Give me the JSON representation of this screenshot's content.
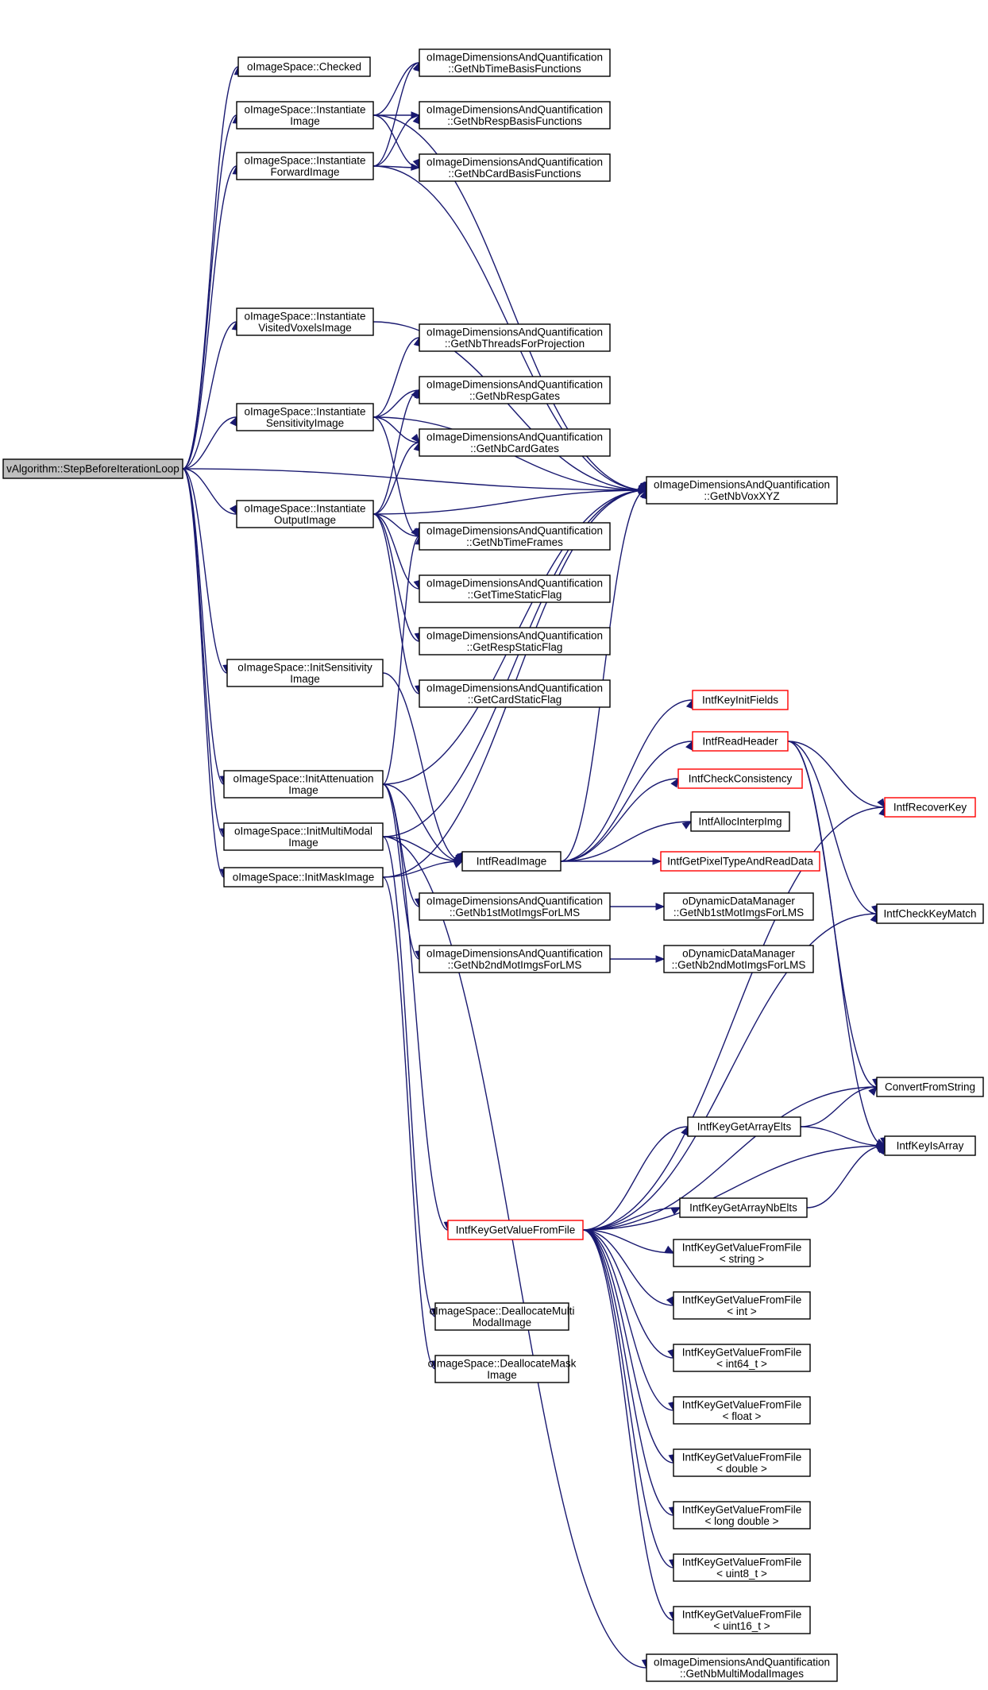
{
  "diagram": {
    "nodes": [
      {
        "id": "root",
        "lines": [
          "vAlgorithm::StepBeforeIterationLoop"
        ],
        "style": "root"
      },
      {
        "id": "checked",
        "lines": [
          "oImageSpace::Checked"
        ]
      },
      {
        "id": "inst_image",
        "lines": [
          "oImageSpace::Instantiate",
          "Image"
        ]
      },
      {
        "id": "inst_fwd",
        "lines": [
          "oImageSpace::Instantiate",
          "ForwardImage"
        ]
      },
      {
        "id": "inst_visited",
        "lines": [
          "oImageSpace::Instantiate",
          "VisitedVoxelsImage"
        ]
      },
      {
        "id": "inst_sens",
        "lines": [
          "oImageSpace::Instantiate",
          "SensitivityImage"
        ]
      },
      {
        "id": "inst_out",
        "lines": [
          "oImageSpace::Instantiate",
          "OutputImage"
        ]
      },
      {
        "id": "init_sens",
        "lines": [
          "oImageSpace::InitSensitivity",
          "Image"
        ]
      },
      {
        "id": "init_att",
        "lines": [
          "oImageSpace::InitAttenuation",
          "Image"
        ]
      },
      {
        "id": "init_mm",
        "lines": [
          "oImageSpace::InitMultiModal",
          "Image"
        ]
      },
      {
        "id": "init_mask",
        "lines": [
          "oImageSpace::InitMaskImage"
        ]
      },
      {
        "id": "nb_time_basis",
        "lines": [
          "oImageDimensionsAndQuantification",
          "::GetNbTimeBasisFunctions"
        ]
      },
      {
        "id": "nb_resp_basis",
        "lines": [
          "oImageDimensionsAndQuantification",
          "::GetNbRespBasisFunctions"
        ]
      },
      {
        "id": "nb_card_basis",
        "lines": [
          "oImageDimensionsAndQuantification",
          "::GetNbCardBasisFunctions"
        ]
      },
      {
        "id": "nb_threads",
        "lines": [
          "oImageDimensionsAndQuantification",
          "::GetNbThreadsForProjection"
        ]
      },
      {
        "id": "nb_resp_gates",
        "lines": [
          "oImageDimensionsAndQuantification",
          "::GetNbRespGates"
        ]
      },
      {
        "id": "nb_card_gates",
        "lines": [
          "oImageDimensionsAndQuantification",
          "::GetNbCardGates"
        ]
      },
      {
        "id": "nb_vox",
        "lines": [
          "oImageDimensionsAndQuantification",
          "::GetNbVoxXYZ"
        ]
      },
      {
        "id": "nb_time_frames",
        "lines": [
          "oImageDimensionsAndQuantification",
          "::GetNbTimeFrames"
        ]
      },
      {
        "id": "time_static",
        "lines": [
          "oImageDimensionsAndQuantification",
          "::GetTimeStaticFlag"
        ]
      },
      {
        "id": "resp_static",
        "lines": [
          "oImageDimensionsAndQuantification",
          "::GetRespStaticFlag"
        ]
      },
      {
        "id": "card_static",
        "lines": [
          "oImageDimensionsAndQuantification",
          "::GetCardStaticFlag"
        ]
      },
      {
        "id": "key_init_fields",
        "lines": [
          "IntfKeyInitFields"
        ],
        "style": "red"
      },
      {
        "id": "read_header",
        "lines": [
          "IntfReadHeader"
        ],
        "style": "red"
      },
      {
        "id": "check_consistency",
        "lines": [
          "IntfCheckConsistency"
        ],
        "style": "red"
      },
      {
        "id": "alloc_interp",
        "lines": [
          "IntfAllocInterpImg"
        ]
      },
      {
        "id": "read_image",
        "lines": [
          "IntfReadImage"
        ]
      },
      {
        "id": "get_pixel_type",
        "lines": [
          "IntfGetPixelTypeAndReadData"
        ],
        "style": "red"
      },
      {
        "id": "recover_key",
        "lines": [
          "IntfRecoverKey"
        ],
        "style": "red"
      },
      {
        "id": "check_key_match",
        "lines": [
          "IntfCheckKeyMatch"
        ]
      },
      {
        "id": "nb1st",
        "lines": [
          "oImageDimensionsAndQuantification",
          "::GetNb1stMotImgsForLMS"
        ]
      },
      {
        "id": "nb2nd",
        "lines": [
          "oImageDimensionsAndQuantification",
          "::GetNb2ndMotImgsForLMS"
        ]
      },
      {
        "id": "dyn1st",
        "lines": [
          "oDynamicDataManager",
          "::GetNb1stMotImgsForLMS"
        ]
      },
      {
        "id": "dyn2nd",
        "lines": [
          "oDynamicDataManager",
          "::GetNb2ndMotImgsForLMS"
        ]
      },
      {
        "id": "convert_from_string",
        "lines": [
          "ConvertFromString"
        ]
      },
      {
        "id": "key_get_array_elts",
        "lines": [
          "IntfKeyGetArrayElts"
        ]
      },
      {
        "id": "key_is_array",
        "lines": [
          "IntfKeyIsArray"
        ]
      },
      {
        "id": "key_get_array_nb_elts",
        "lines": [
          "IntfKeyGetArrayNbElts"
        ]
      },
      {
        "id": "key_get_value",
        "lines": [
          "IntfKeyGetValueFromFile"
        ],
        "style": "red"
      },
      {
        "id": "kv_string",
        "lines": [
          "IntfKeyGetValueFromFile",
          "< string >"
        ]
      },
      {
        "id": "kv_int",
        "lines": [
          "IntfKeyGetValueFromFile",
          "< int >"
        ]
      },
      {
        "id": "kv_int64",
        "lines": [
          "IntfKeyGetValueFromFile",
          "< int64_t >"
        ]
      },
      {
        "id": "kv_float",
        "lines": [
          "IntfKeyGetValueFromFile",
          "< float >"
        ]
      },
      {
        "id": "kv_double",
        "lines": [
          "IntfKeyGetValueFromFile",
          "< double >"
        ]
      },
      {
        "id": "kv_ldouble",
        "lines": [
          "IntfKeyGetValueFromFile",
          "< long double >"
        ]
      },
      {
        "id": "kv_uint8",
        "lines": [
          "IntfKeyGetValueFromFile",
          "< uint8_t >"
        ]
      },
      {
        "id": "kv_uint16",
        "lines": [
          "IntfKeyGetValueFromFile",
          "< uint16_t >"
        ]
      },
      {
        "id": "dealloc_mm",
        "lines": [
          "oImageSpace::DeallocateMulti",
          "ModalImage"
        ]
      },
      {
        "id": "dealloc_mask",
        "lines": [
          "oImageSpace::DeallocateMask",
          "Image"
        ]
      },
      {
        "id": "nb_mm_images",
        "lines": [
          "oImageDimensionsAndQuantification",
          "::GetNbMultiModalImages"
        ]
      }
    ],
    "edges": [
      [
        "root",
        "checked"
      ],
      [
        "root",
        "inst_image"
      ],
      [
        "root",
        "inst_fwd"
      ],
      [
        "root",
        "inst_visited"
      ],
      [
        "root",
        "inst_sens"
      ],
      [
        "root",
        "inst_out"
      ],
      [
        "root",
        "init_sens"
      ],
      [
        "root",
        "init_att"
      ],
      [
        "root",
        "init_mm"
      ],
      [
        "root",
        "init_mask"
      ],
      [
        "root",
        "nb_vox"
      ],
      [
        "inst_image",
        "nb_time_basis"
      ],
      [
        "inst_image",
        "nb_resp_basis"
      ],
      [
        "inst_image",
        "nb_card_basis"
      ],
      [
        "inst_image",
        "nb_vox"
      ],
      [
        "inst_fwd",
        "nb_time_basis"
      ],
      [
        "inst_fwd",
        "nb_resp_basis"
      ],
      [
        "inst_fwd",
        "nb_card_basis"
      ],
      [
        "inst_fwd",
        "nb_vox"
      ],
      [
        "inst_visited",
        "nb_vox"
      ],
      [
        "inst_sens",
        "nb_threads"
      ],
      [
        "inst_sens",
        "nb_resp_gates"
      ],
      [
        "inst_sens",
        "nb_card_gates"
      ],
      [
        "inst_sens",
        "nb_vox"
      ],
      [
        "inst_sens",
        "nb_time_frames"
      ],
      [
        "inst_out",
        "nb_resp_gates"
      ],
      [
        "inst_out",
        "nb_card_gates"
      ],
      [
        "inst_out",
        "nb_vox"
      ],
      [
        "inst_out",
        "nb_time_frames"
      ],
      [
        "inst_out",
        "time_static"
      ],
      [
        "inst_out",
        "resp_static"
      ],
      [
        "inst_out",
        "card_static"
      ],
      [
        "init_sens",
        "read_image"
      ],
      [
        "init_att",
        "nb_time_frames"
      ],
      [
        "init_att",
        "nb_vox"
      ],
      [
        "init_att",
        "read_image"
      ],
      [
        "init_att",
        "nb1st"
      ],
      [
        "init_att",
        "nb2nd"
      ],
      [
        "init_att",
        "key_get_value"
      ],
      [
        "init_mm",
        "read_image"
      ],
      [
        "init_mm",
        "nb_vox"
      ],
      [
        "init_mm",
        "dealloc_mm"
      ],
      [
        "init_mm",
        "nb_mm_images"
      ],
      [
        "init_mask",
        "read_image"
      ],
      [
        "init_mask",
        "dealloc_mask"
      ],
      [
        "init_mask",
        "nb_vox"
      ],
      [
        "read_image",
        "key_init_fields"
      ],
      [
        "read_image",
        "read_header"
      ],
      [
        "read_image",
        "check_consistency"
      ],
      [
        "read_image",
        "alloc_interp"
      ],
      [
        "read_image",
        "get_pixel_type"
      ],
      [
        "read_image",
        "nb_vox"
      ],
      [
        "read_header",
        "recover_key"
      ],
      [
        "read_header",
        "check_key_match"
      ],
      [
        "read_header",
        "convert_from_string"
      ],
      [
        "read_header",
        "key_is_array"
      ],
      [
        "nb1st",
        "dyn1st"
      ],
      [
        "nb2nd",
        "dyn2nd"
      ],
      [
        "key_get_array_elts",
        "convert_from_string"
      ],
      [
        "key_get_array_elts",
        "key_is_array"
      ],
      [
        "key_get_array_nb_elts",
        "key_is_array"
      ],
      [
        "key_get_value",
        "recover_key"
      ],
      [
        "key_get_value",
        "check_key_match"
      ],
      [
        "key_get_value",
        "convert_from_string"
      ],
      [
        "key_get_value",
        "key_get_array_elts"
      ],
      [
        "key_get_value",
        "key_is_array"
      ],
      [
        "key_get_value",
        "key_get_array_nb_elts"
      ],
      [
        "key_get_value",
        "kv_string"
      ],
      [
        "key_get_value",
        "kv_int"
      ],
      [
        "key_get_value",
        "kv_int64"
      ],
      [
        "key_get_value",
        "kv_float"
      ],
      [
        "key_get_value",
        "kv_double"
      ],
      [
        "key_get_value",
        "kv_ldouble"
      ],
      [
        "key_get_value",
        "kv_uint8"
      ],
      [
        "key_get_value",
        "kv_uint16"
      ]
    ]
  }
}
